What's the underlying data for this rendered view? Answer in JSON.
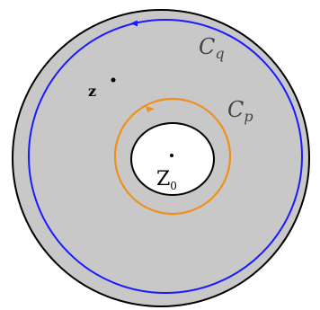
{
  "labels": {
    "curve_q": {
      "main": "C",
      "sub": "q"
    },
    "curve_p": {
      "main": "C",
      "sub": "p"
    },
    "point_z": "z",
    "center": {
      "main": "Z",
      "sub": "0"
    }
  },
  "colors": {
    "annulus_fill": "#c8c8c8",
    "outline": "#000000",
    "curve_q": "#1a1aff",
    "curve_p": "#f0901c",
    "inner_fill": "#ffffff"
  }
}
